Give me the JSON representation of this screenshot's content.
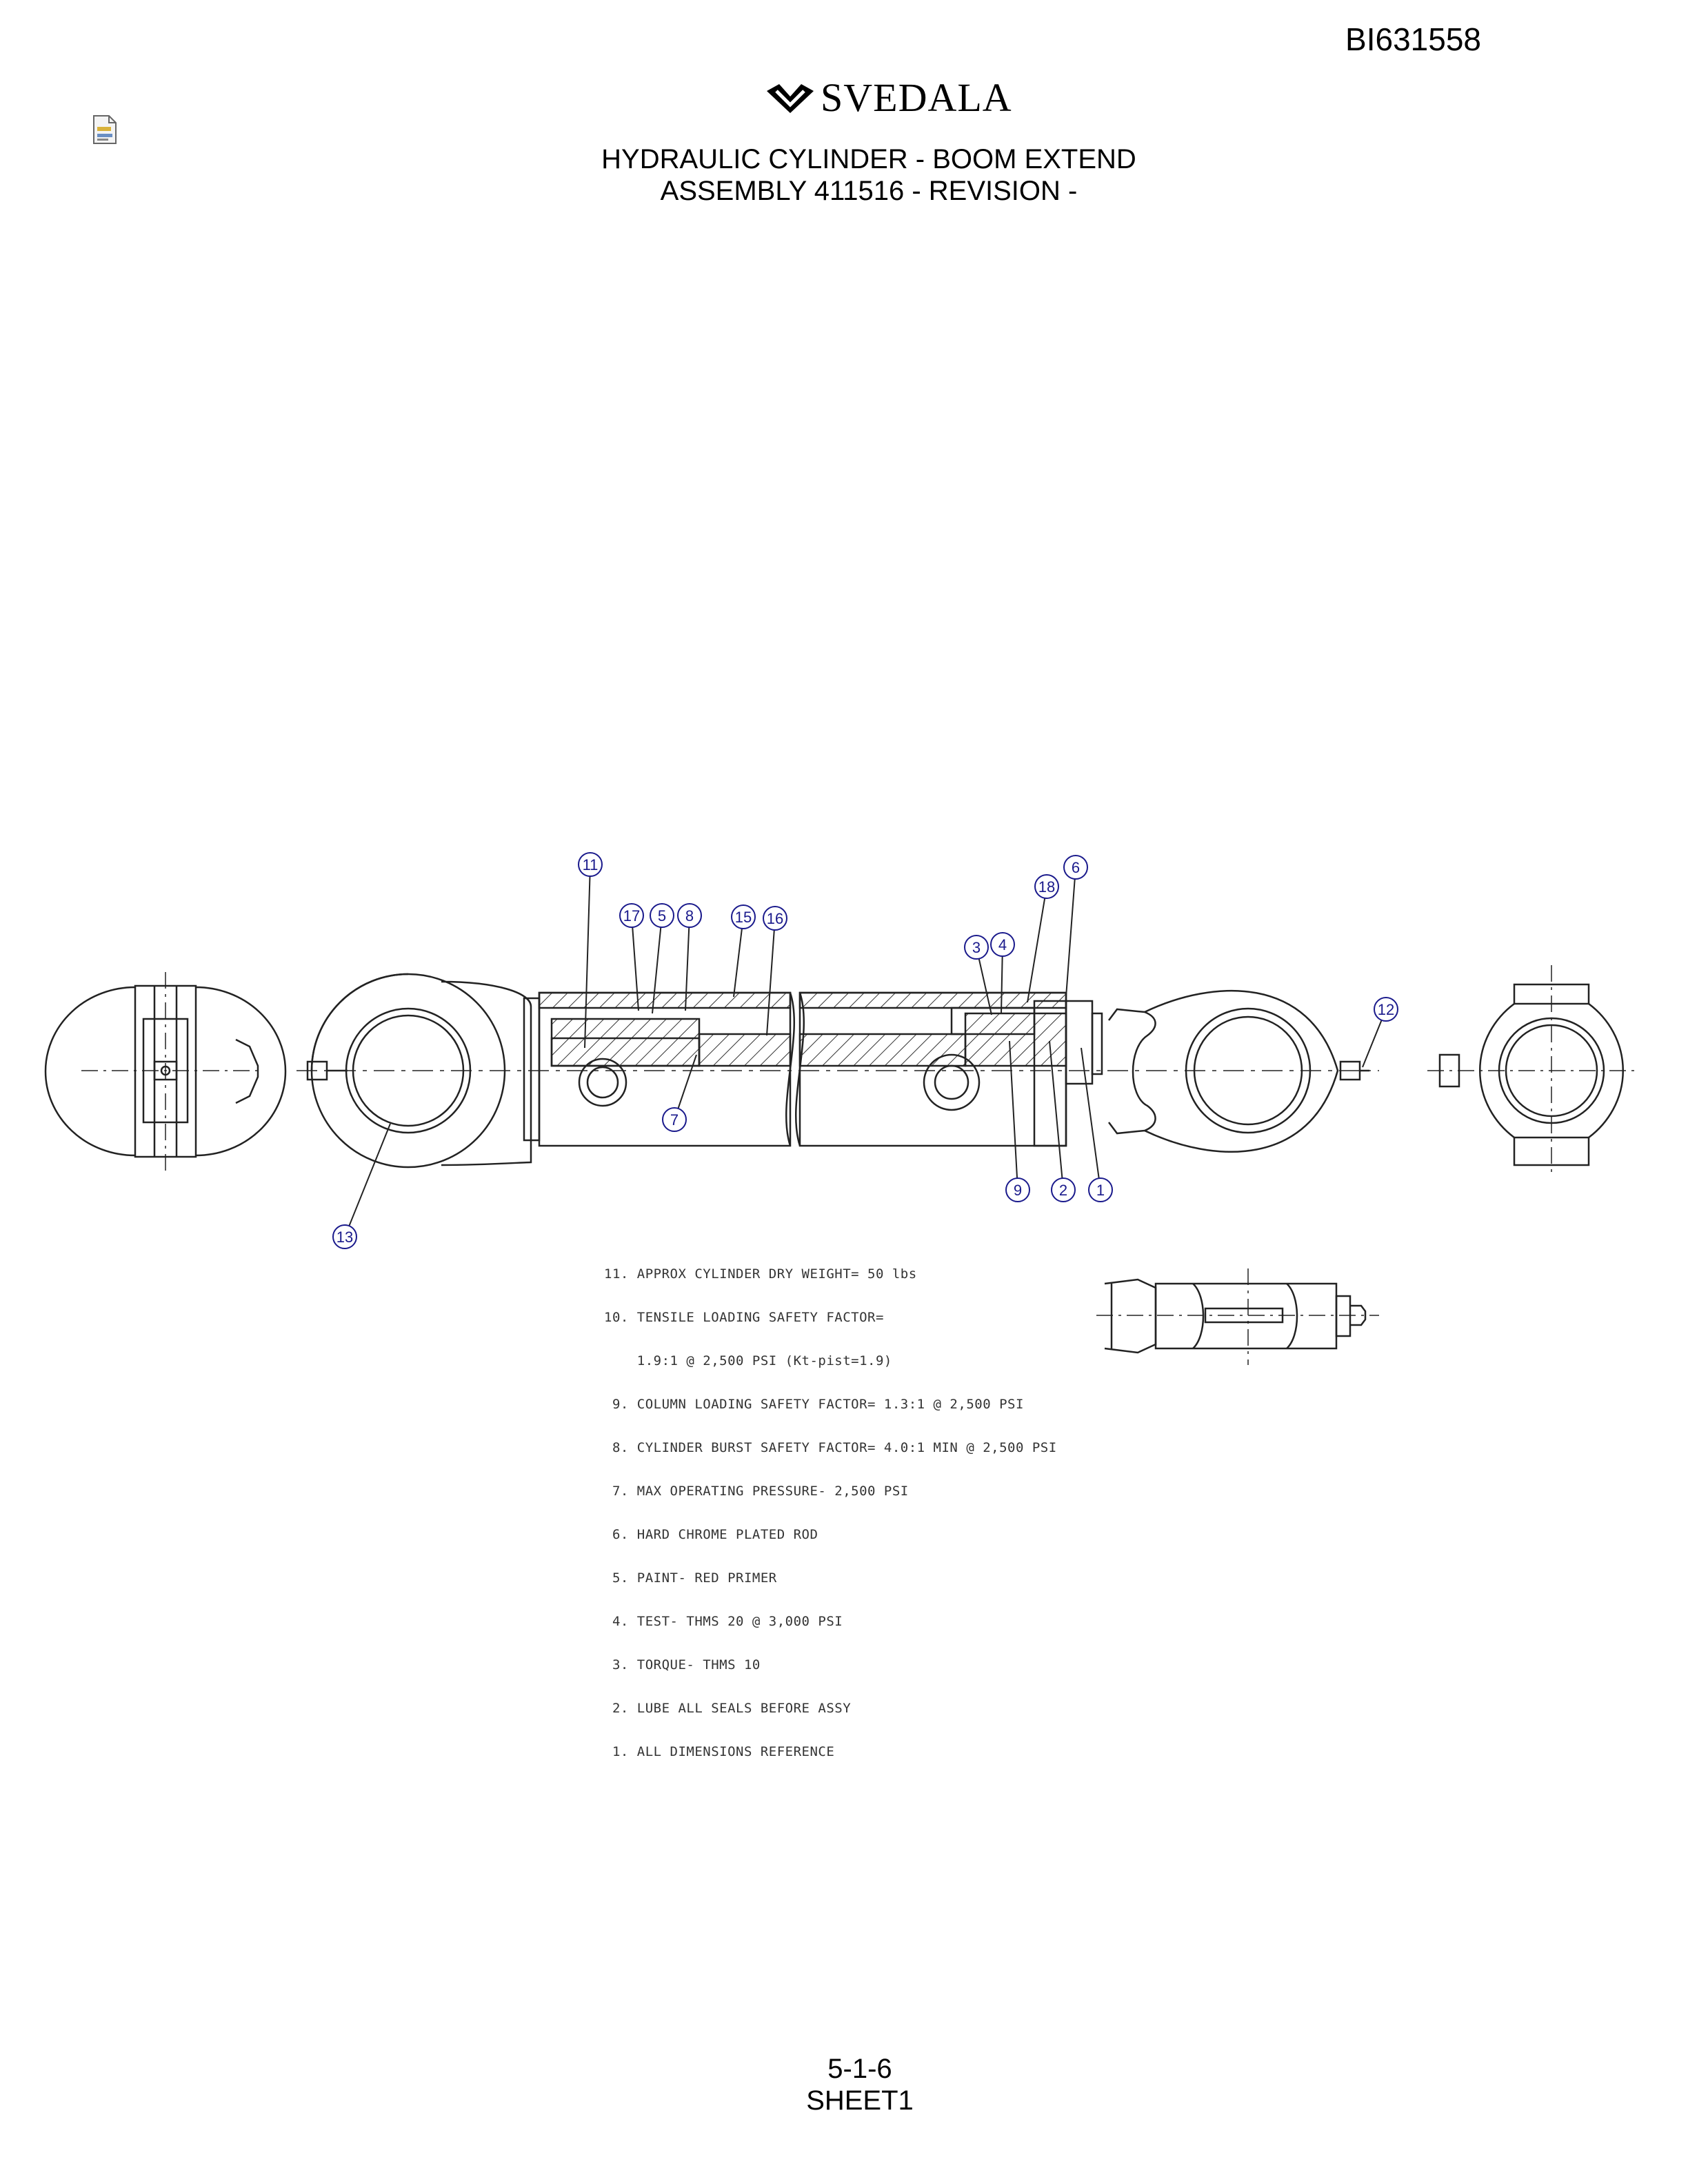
{
  "document": {
    "id": "BI631558",
    "brand": "SVEDALA",
    "title_line1": "HYDRAULIC CYLINDER - BOOM EXTEND",
    "title_line2": "ASSEMBLY 411516 - REVISION -",
    "page_number": "5-1-6",
    "sheet": "SHEET1"
  },
  "callouts": [
    "11",
    "17",
    "5",
    "8",
    "15",
    "16",
    "18",
    "6",
    "3",
    "4",
    "12",
    "7",
    "13",
    "9",
    "2",
    "1"
  ],
  "notes": [
    "11. APPROX CYLINDER DRY WEIGHT= 50 lbs",
    "10. TENSILE LOADING SAFETY FACTOR=",
    "    1.9:1 @ 2,500 PSI (Kt-pist=1.9)",
    " 9. COLUMN LOADING SAFETY FACTOR= 1.3:1 @ 2,500 PSI",
    " 8. CYLINDER BURST SAFETY FACTOR= 4.0:1 MIN @ 2,500 PSI",
    " 7. MAX OPERATING PRESSURE- 2,500 PSI",
    " 6. HARD CHROME PLATED ROD",
    " 5. PAINT- RED PRIMER",
    " 4. TEST- THMS 20 @ 3,000 PSI",
    " 3. TORQUE- THMS 10",
    " 2. LUBE ALL SEALS BEFORE ASSY",
    " 1. ALL DIMENSIONS REFERENCE"
  ],
  "colors": {
    "callout": "#1a1a8c",
    "line": "#222222"
  },
  "icons": {
    "logo": "svedala-logo-icon",
    "document": "document-icon"
  }
}
